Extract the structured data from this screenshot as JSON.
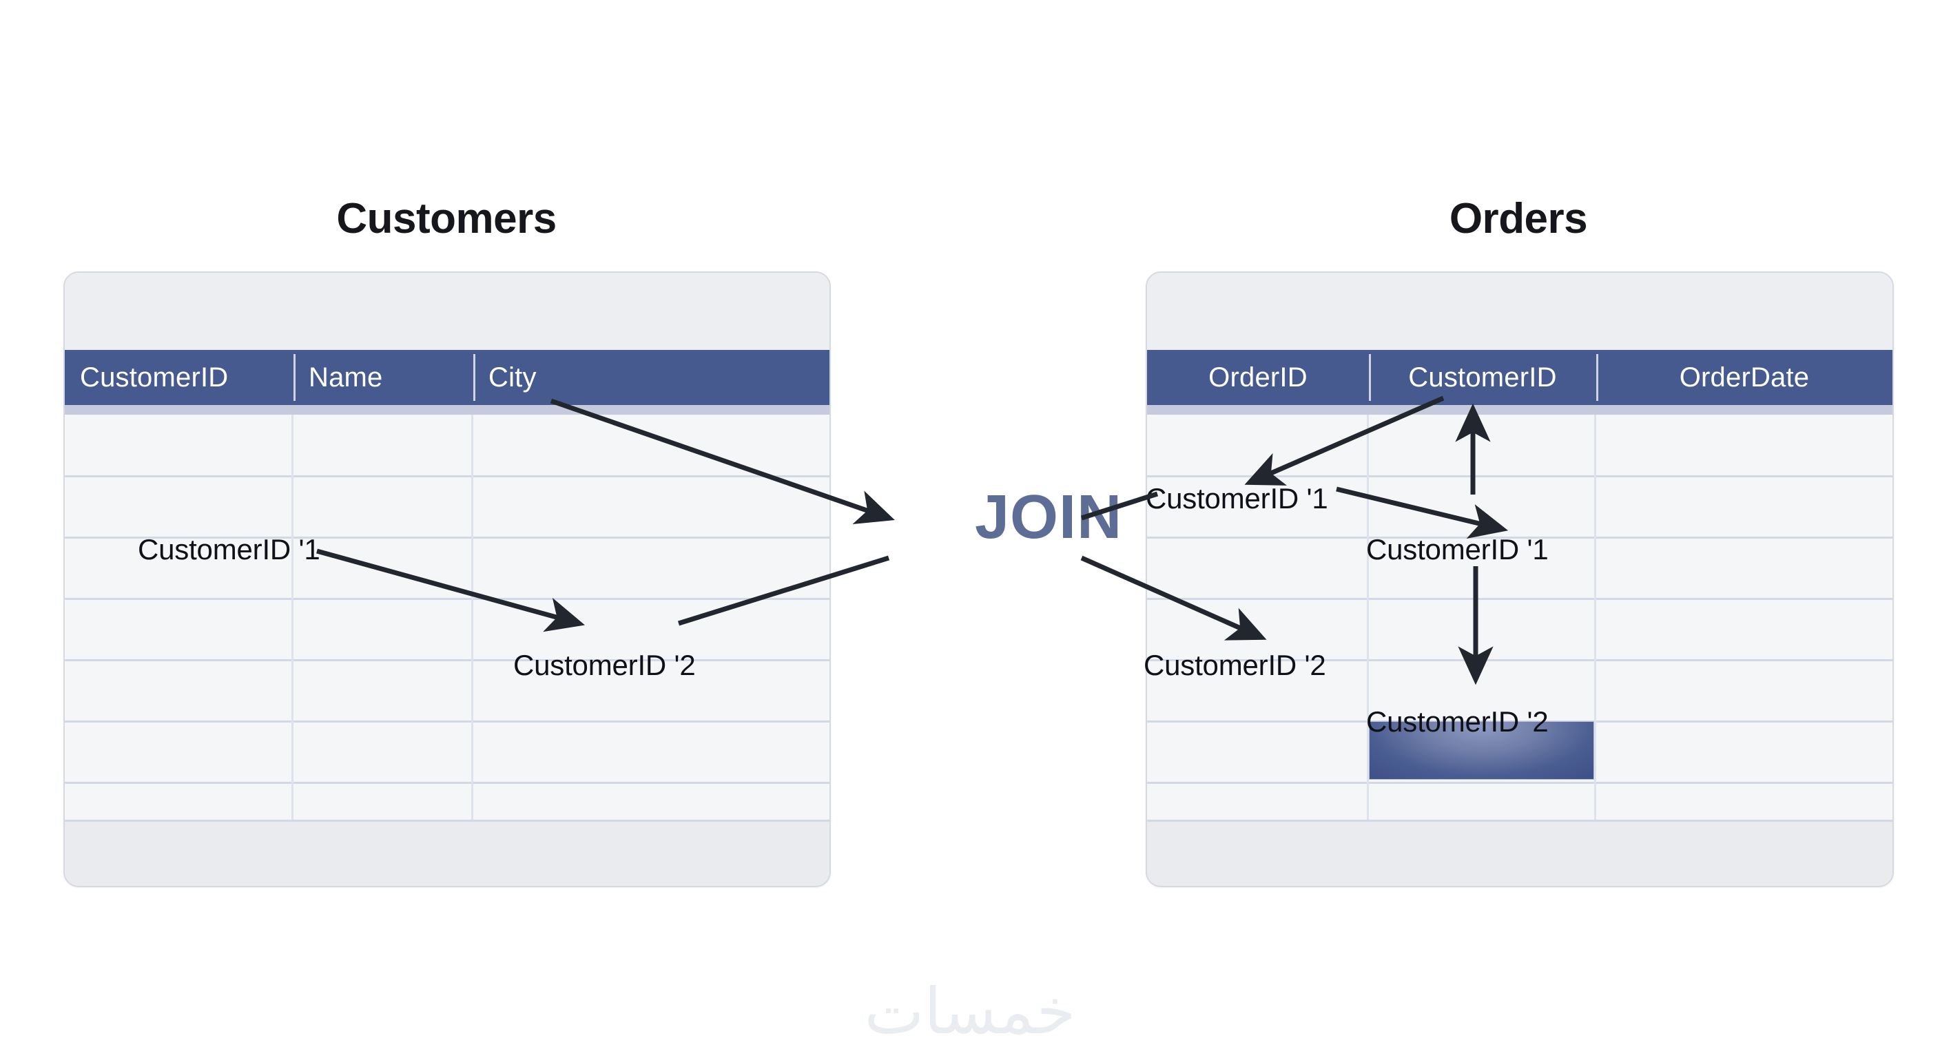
{
  "page": {
    "background": "#ffffff",
    "watermark": "خمسات"
  },
  "theme": {
    "header_blue": "#465a90",
    "join_blue": "#5e6d96",
    "card_gray": "#eceef1",
    "row_bg": "#f5f6f8",
    "row_line": "#d3d8e6",
    "title_color": "#16161d",
    "annotation_color": "#101018",
    "watermark_color": "#e9ecf1"
  },
  "join": {
    "label": "JOIN"
  },
  "tables": {
    "customers": {
      "title": "Customers",
      "columns": [
        "CustomerID",
        "Name",
        "City"
      ],
      "row_count": 8,
      "rows": [
        [],
        [],
        [],
        [],
        [],
        [],
        [],
        []
      ]
    },
    "orders": {
      "title": "Orders",
      "columns": [
        "OrderID",
        "CustomerID",
        "OrderDate"
      ],
      "row_count": 8,
      "rows": [
        [],
        [],
        [],
        [],
        [],
        [],
        [],
        []
      ],
      "highlighted_cell": {
        "row": 7,
        "column": "CustomerID"
      }
    }
  },
  "annotations": {
    "customers_key_1": "CustomerID '1",
    "customers_key_2": "CustomerID '2",
    "orders_left_1": "CustomerID '1",
    "orders_col_1": "CustomerID '1",
    "orders_left_2": "CustomerID '2",
    "orders_col_2": "CustomerID '2"
  }
}
